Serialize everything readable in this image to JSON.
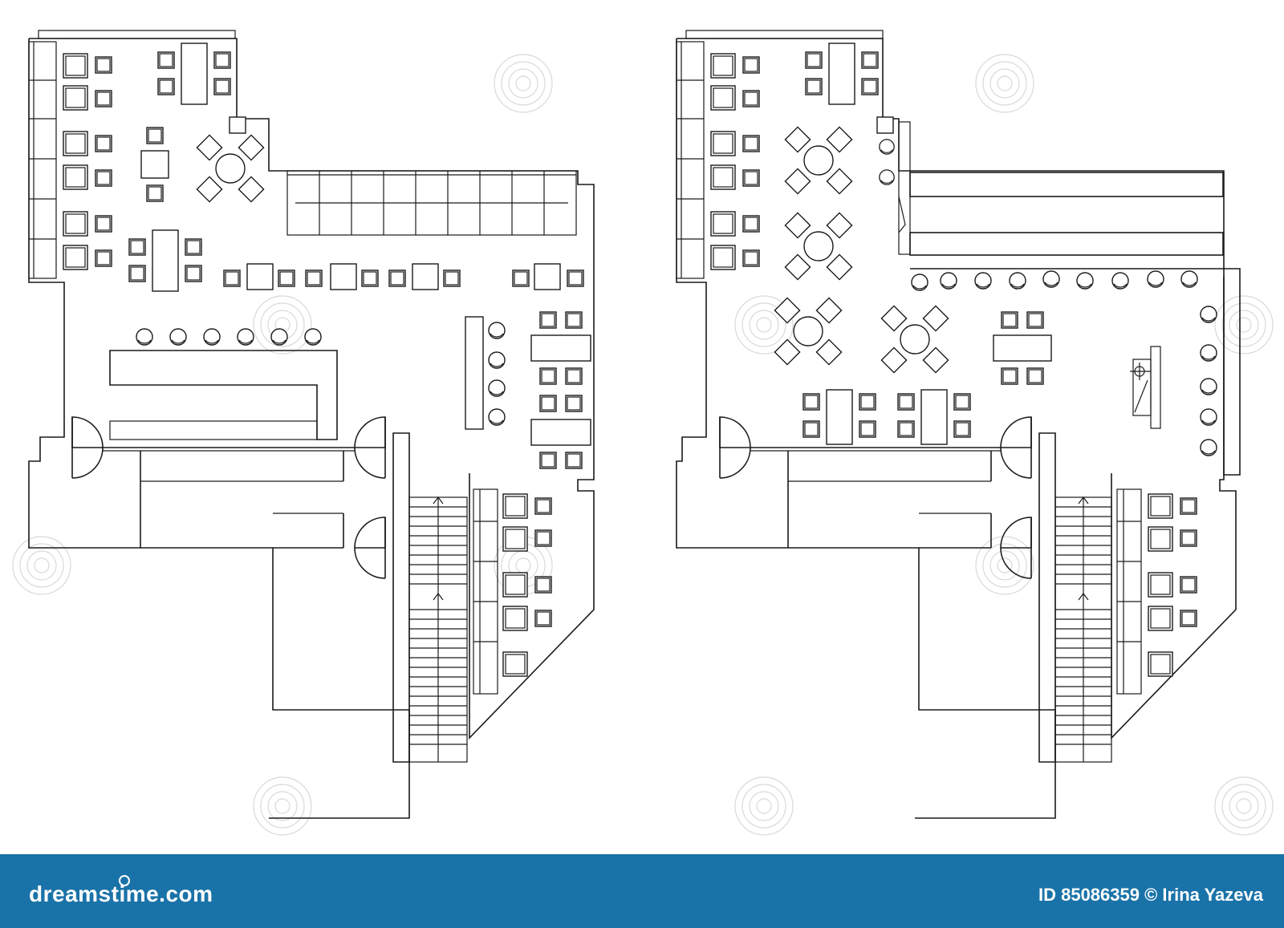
{
  "footer": {
    "brand": "dreamstime.com",
    "credit": "ID 85086359 © Irina Yazeva"
  },
  "colors": {
    "footer_bg": "#1a73a8",
    "line": "#1a1a1a",
    "watermark": "#d9d9d9"
  },
  "plans": [
    {
      "name": "floor-plan-left"
    },
    {
      "name": "floor-plan-right"
    }
  ]
}
